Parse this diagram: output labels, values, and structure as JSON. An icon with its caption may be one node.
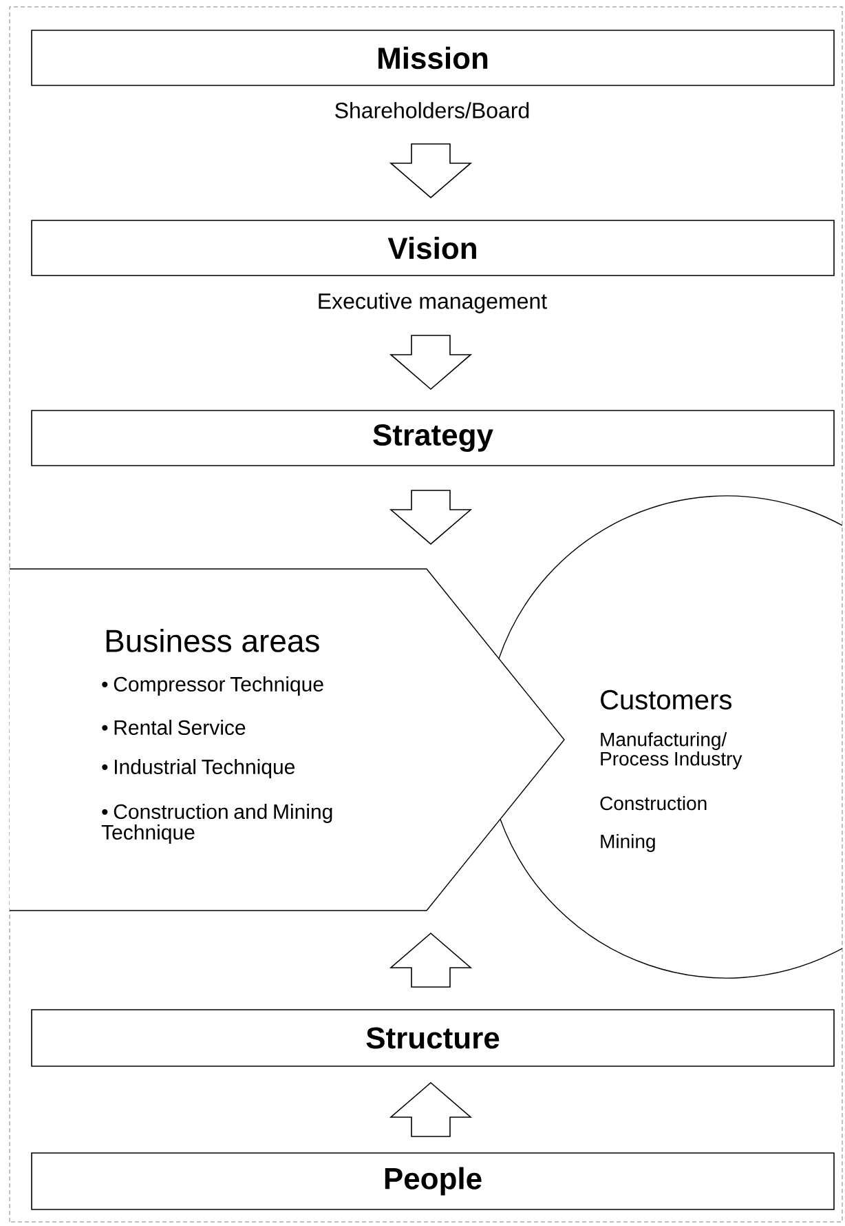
{
  "diagram": {
    "nodes": [
      {
        "text": [
          "Mission"
        ],
        "beside": [
          "Shareholders/Board"
        ]
      },
      {
        "text": [
          "Vision"
        ],
        "beside": [
          "Executive management"
        ]
      },
      {
        "text": [
          "Strategy"
        ]
      },
      {
        "text": [
          "Business areas",
          "• Compressor Technique",
          "• Rental Service",
          "• Industrial Technique",
          "• Construction and Mining Technique"
        ]
      },
      {
        "text": [
          "Customers",
          "Manufacturing/ Process Industry",
          "Construction",
          "Mining"
        ]
      },
      {
        "text": [
          "Structure"
        ]
      },
      {
        "text": [
          "People"
        ]
      }
    ],
    "edges": [
      {
        "from": 0,
        "to": 1,
        "arrow": "to"
      },
      {
        "from": 1,
        "to": 2,
        "arrow": "to"
      },
      {
        "from": 2,
        "to": 3,
        "arrow": "to"
      },
      {
        "from": 5,
        "to": 3,
        "arrow": "to"
      },
      {
        "from": 6,
        "to": 5,
        "arrow": "to"
      }
    ]
  }
}
